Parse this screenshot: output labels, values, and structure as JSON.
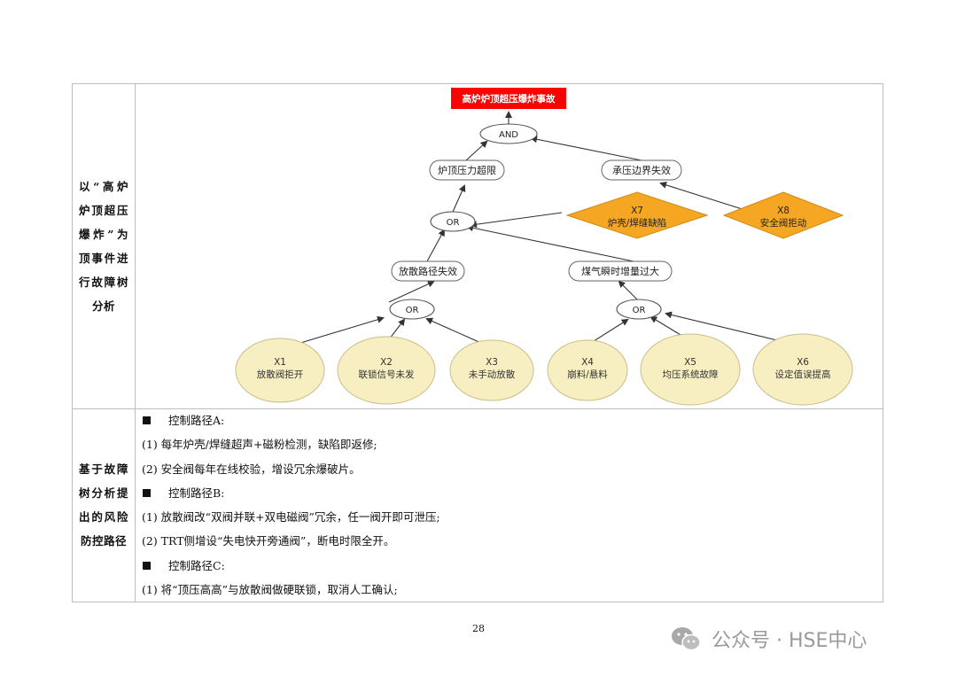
{
  "table": {
    "row1_label": "以“高炉炉顶超压爆炸”为顶事件进行故障树分析",
    "row2_label": "基于故障树分析提出的风险防控路径"
  },
  "fault_tree": {
    "top_event": "高炉炉顶超压爆炸事故",
    "gate_and": "AND",
    "intermediate_1": "炉顶压力超限",
    "intermediate_2": "承压边界失效",
    "gate_or_1": "OR",
    "x7_code": "X7",
    "x7_label": "炉壳/焊缝缺陷",
    "x8_code": "X8",
    "x8_label": "安全阀拒动",
    "intermediate_3": "放散路径失效",
    "intermediate_4": "煤气瞬时增量过大",
    "gate_or_2": "OR",
    "gate_or_3": "OR",
    "x1_code": "X1",
    "x1_label": "放散阀拒开",
    "x2_code": "X2",
    "x2_label": "联锁信号未发",
    "x3_code": "X3",
    "x3_label": "未手动放散",
    "x4_code": "X4",
    "x4_label": "崩料/悬料",
    "x5_code": "X5",
    "x5_label": "均压系统故障",
    "x6_code": "X6",
    "x6_label": "设定值误提高",
    "colors": {
      "top_event_fill": "#ff0000",
      "diamond_fill": "#f5a623",
      "circle_fill": "#f7efc2",
      "gate_fill": "#ffffff"
    }
  },
  "risk_paths": [
    {
      "text": "控制路径A:",
      "type": "heading"
    },
    {
      "text": "(1)  每年炉壳/焊缝超声+磁粉检测，缺陷即返修;",
      "type": "item"
    },
    {
      "text": "(2)  安全阀每年在线校验，增设冗余爆破片。",
      "type": "item"
    },
    {
      "text": "控制路径B:",
      "type": "heading"
    },
    {
      "text": "(1)  放散阀改“双阀并联+双电磁阀”冗余，任一阀开即可泄压;",
      "type": "item"
    },
    {
      "text": "(2)  TRT侧增设“失电快开旁通阀”，断电时限全开。",
      "type": "item"
    },
    {
      "text": "控制路径C:",
      "type": "heading"
    },
    {
      "text": "(1)  将“顶压高高”与放散阀做硬联锁，取消人工确认;",
      "type": "item"
    }
  ],
  "page_number": "28",
  "watermark": {
    "text": "公众号 · HSE中心",
    "icon": "wechat-icon"
  }
}
